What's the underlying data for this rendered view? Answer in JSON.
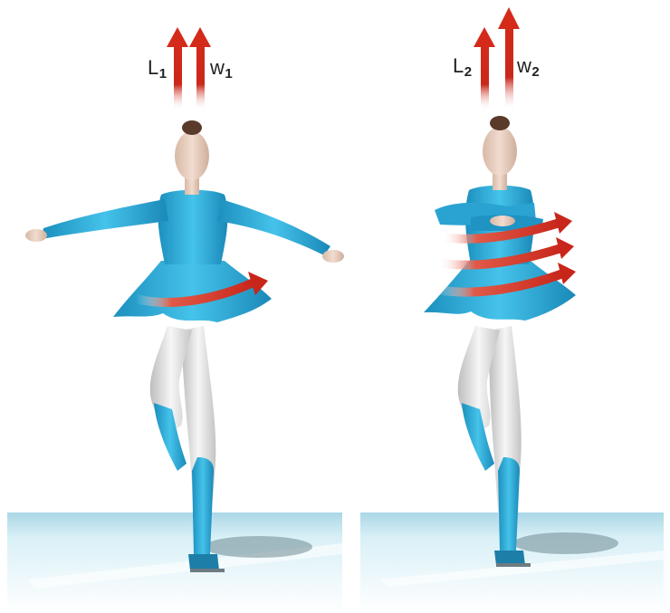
{
  "panels": [
    {
      "id": "arms-extended",
      "labels": [
        {
          "letter": "L",
          "sub": "1"
        },
        {
          "letter": "w",
          "sub": "1"
        }
      ],
      "rotation_arrows": 1
    },
    {
      "id": "arms-folded",
      "labels": [
        {
          "letter": "L",
          "sub": "2"
        },
        {
          "letter": "w",
          "sub": "2"
        }
      ],
      "rotation_arrows": 3
    }
  ],
  "colors": {
    "costume": "#35b4dd",
    "vector_arrow": "#d42a1a",
    "skin": "#e7cdbd",
    "tights": "#e8e8e8",
    "ice": "#d6eef6"
  }
}
